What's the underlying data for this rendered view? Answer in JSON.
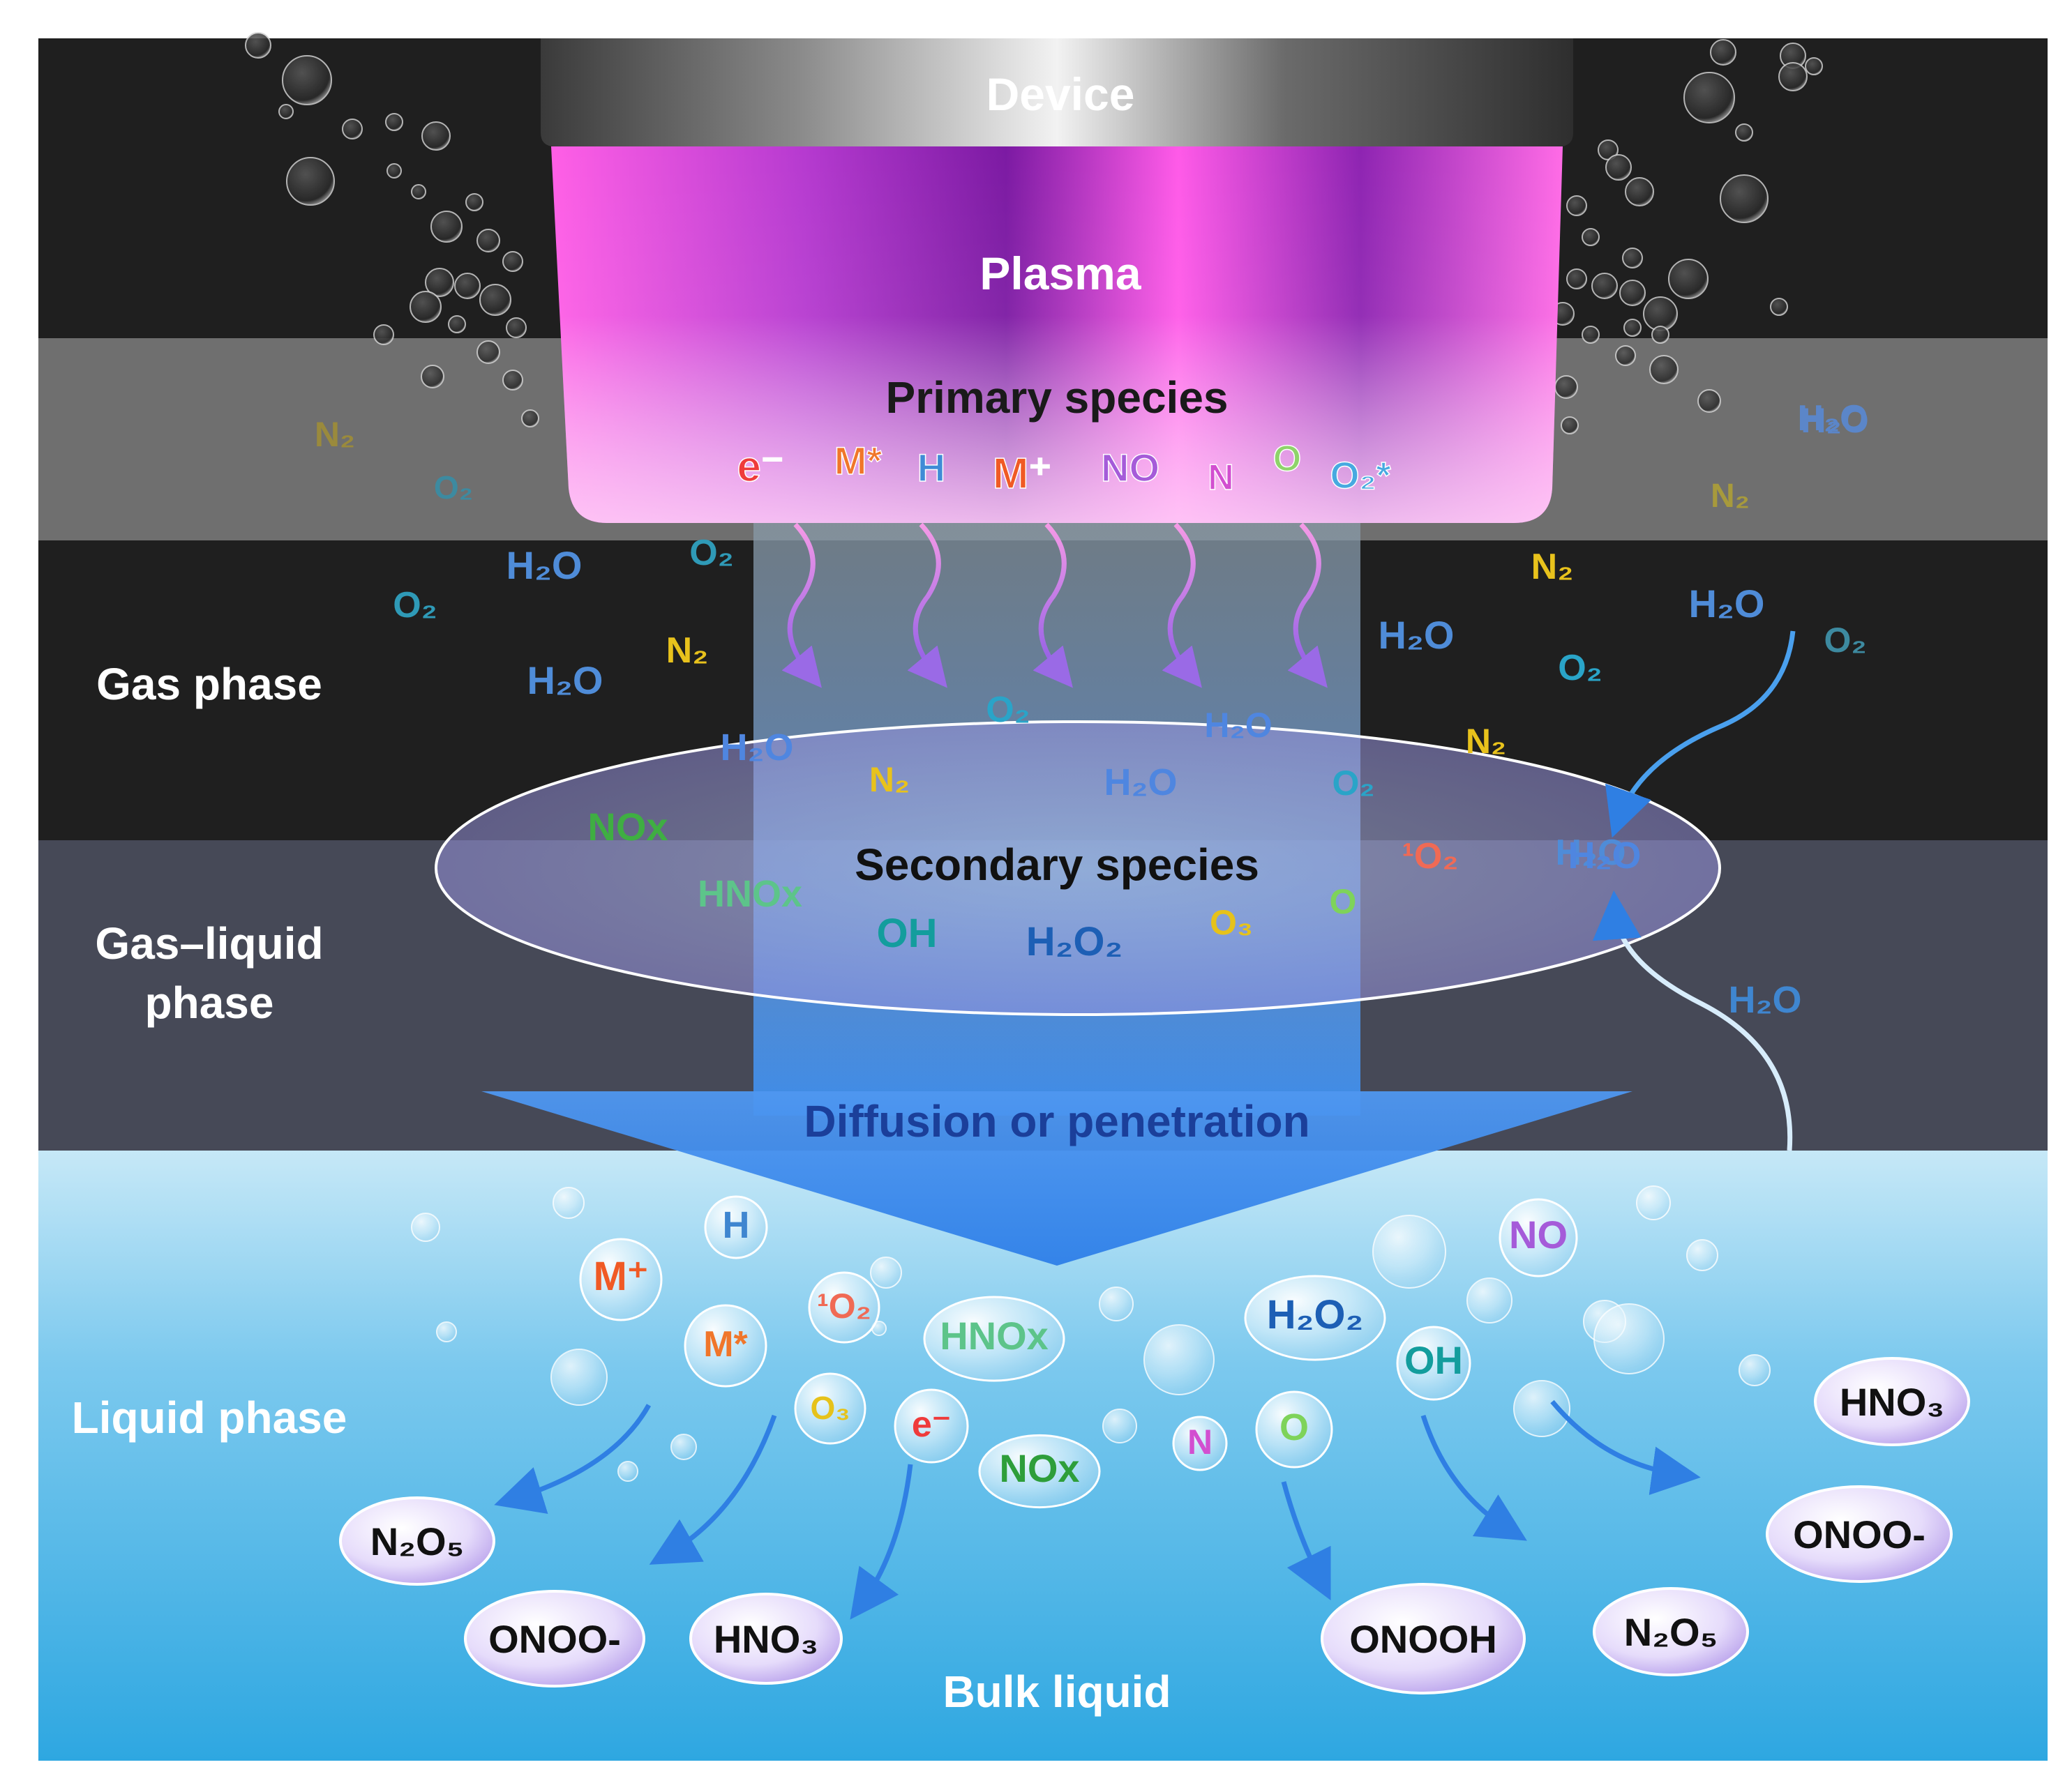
{
  "labels": {
    "device": "Device",
    "plasma": "Plasma",
    "primary_species": "Primary species",
    "secondary_species": "Secondary species",
    "diffusion": "Diffusion or penetration",
    "bulk_liquid": "Bulk liquid"
  },
  "phases": [
    {
      "id": "gas",
      "lines": [
        "Gas phase"
      ]
    },
    {
      "id": "gasliquid",
      "lines": [
        "Gas–liquid",
        "phase"
      ]
    },
    {
      "id": "liquid",
      "lines": [
        "Liquid phase"
      ]
    }
  ],
  "primary_species": [
    {
      "text": "e⁻",
      "color": "#ef3b3b"
    },
    {
      "text": "M*",
      "color": "#f0762a"
    },
    {
      "text": "H",
      "color": "#3f8bd6"
    },
    {
      "text": "M⁺",
      "color": "#f05a25"
    },
    {
      "text": "NO",
      "color": "#a55bd9"
    },
    {
      "text": "N",
      "color": "#d24fd0"
    },
    {
      "text": "O",
      "color": "#8fd36b"
    },
    {
      "text": "O₂*",
      "color": "#47a9e0"
    }
  ],
  "gas_molecules": [
    {
      "text": "N₂",
      "color": "#9a8a3c"
    },
    {
      "text": "O₂",
      "color": "#3d8aa0"
    },
    {
      "text": "H₂O",
      "color": "#5b86c9"
    },
    {
      "text": "N₂",
      "color": "#a79a3c"
    },
    {
      "text": "H₂O",
      "color": "#4f8cd8"
    },
    {
      "text": "O₂",
      "color": "#2f9ab7"
    },
    {
      "text": "O₂",
      "color": "#2f9ab7"
    },
    {
      "text": "H₂O",
      "color": "#4f8cd8"
    },
    {
      "text": "N₂",
      "color": "#e8c21c"
    },
    {
      "text": "N₂",
      "color": "#e8c21c"
    },
    {
      "text": "H₂O",
      "color": "#4f8cd8"
    },
    {
      "text": "H₂O",
      "color": "#4f8cd8"
    },
    {
      "text": "O₂",
      "color": "#2aa4c8"
    },
    {
      "text": "O₂",
      "color": "#3d8aa0"
    },
    {
      "text": "H₂O",
      "color": "#4f8cd8"
    }
  ],
  "secondary_molecules": [
    {
      "text": "H₂O",
      "color": "#4f86e0"
    },
    {
      "text": "O₂",
      "color": "#2aa4c8"
    },
    {
      "text": "H₂O",
      "color": "#4f86e0"
    },
    {
      "text": "N₂",
      "color": "#e8c21c"
    },
    {
      "text": "H₂O",
      "color": "#4f86e0"
    },
    {
      "text": "O₂",
      "color": "#2aa4c8"
    },
    {
      "text": "N₂",
      "color": "#e8c21c"
    },
    {
      "text": "NOx",
      "color": "#3fae42"
    },
    {
      "text": "¹O₂",
      "color": "#f06a55"
    },
    {
      "text": "H₂O",
      "color": "#4f86e0"
    },
    {
      "text": "HNOx",
      "color": "#5dc48a"
    },
    {
      "text": "OH",
      "color": "#139d9d"
    },
    {
      "text": "H₂O₂",
      "color": "#1d5fb5"
    },
    {
      "text": "O₃",
      "color": "#e6c21a"
    },
    {
      "text": "O",
      "color": "#7ed35a"
    }
  ],
  "liquid_bubbles": [
    {
      "text": "H",
      "color": "#3f86d0"
    },
    {
      "text": "M⁺",
      "color": "#f05a25"
    },
    {
      "text": "¹O₂",
      "color": "#f06a55"
    },
    {
      "text": "M*",
      "color": "#f0762a"
    },
    {
      "text": "HNOx",
      "color": "#5dc48a"
    },
    {
      "text": "O₃",
      "color": "#e6c21a"
    },
    {
      "text": "e⁻",
      "color": "#ef3b3b"
    },
    {
      "text": "NOx",
      "color": "#2e9e3a"
    },
    {
      "text": "H₂O₂",
      "color": "#1d5fb5"
    },
    {
      "text": "NO",
      "color": "#a55bd9"
    },
    {
      "text": "OH",
      "color": "#139d9d"
    },
    {
      "text": "N",
      "color": "#d24fd0"
    },
    {
      "text": "O",
      "color": "#7ed35a"
    }
  ],
  "products": [
    {
      "text": "N₂O₅"
    },
    {
      "text": "ONOO-"
    },
    {
      "text": "HNO₃"
    },
    {
      "text": "ONOOH"
    },
    {
      "text": "N₂O₅"
    },
    {
      "text": "HNO₃"
    },
    {
      "text": "ONOO-"
    }
  ],
  "water_side_labels": [
    {
      "text": "H₂O",
      "color": "#5b86c9"
    },
    {
      "text": "H₂O",
      "color": "#3f86d0"
    }
  ],
  "colors": {
    "gas_band": "#1e1e1e",
    "grey_band": "#6d6d6d",
    "gasliquid_band": "#454856",
    "liquid_top": "#c3e6f6",
    "liquid_bottom": "#31a9e2",
    "plasma_magenta": "#ff5ae6",
    "plasma_purple": "#7a1aa6",
    "diffusion_arrow": "#3b8ef2",
    "product_bubble": "#c9b6f0"
  }
}
